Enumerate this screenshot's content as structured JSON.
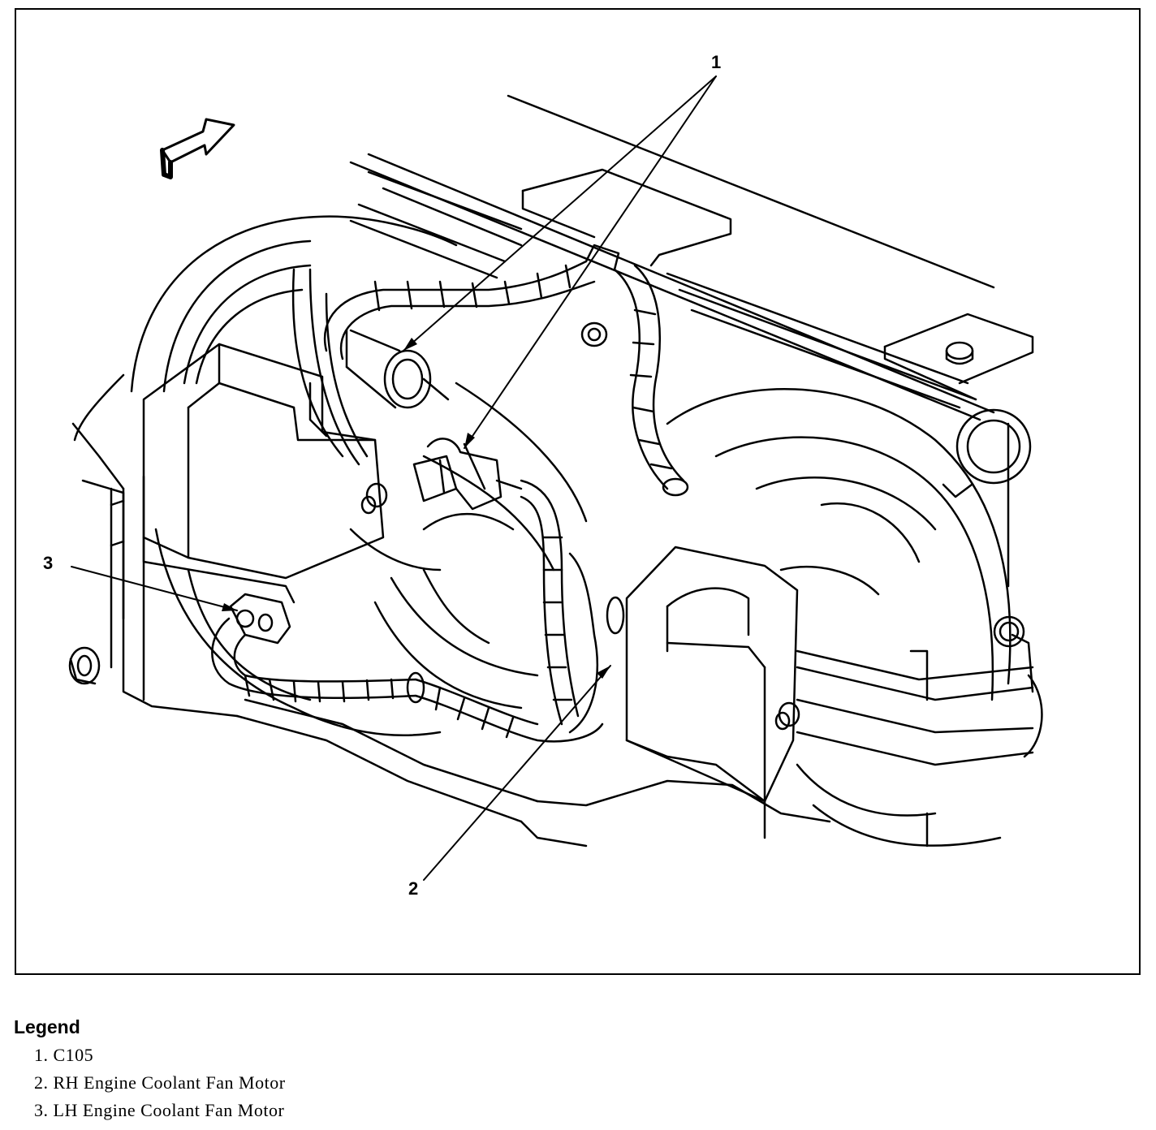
{
  "diagram": {
    "callouts": {
      "c1": "1",
      "c2": "2",
      "c3": "3"
    }
  },
  "legend": {
    "title": "Legend",
    "items": [
      "1. C105",
      "2. RH Engine Coolant Fan Motor",
      "3. LH Engine Coolant Fan Motor"
    ]
  }
}
